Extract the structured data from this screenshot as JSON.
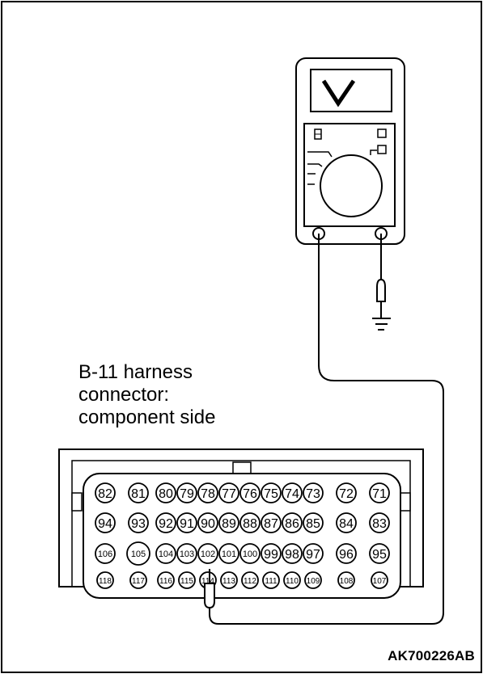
{
  "connector": {
    "name_line1": "B-11 harness",
    "name_line2": "connector:",
    "name_line3": "component side",
    "rows": [
      [
        "82",
        "81",
        "80",
        "79",
        "78",
        "77",
        "76",
        "75",
        "74",
        "73",
        "72",
        "71"
      ],
      [
        "94",
        "93",
        "92",
        "91",
        "90",
        "89",
        "88",
        "87",
        "86",
        "85",
        "84",
        "83"
      ],
      [
        "106",
        "105",
        "104",
        "103",
        "102",
        "101",
        "100",
        "99",
        "98",
        "97",
        "96",
        "95"
      ],
      [
        "118",
        "117",
        "116",
        "115",
        "114",
        "113",
        "112",
        "111",
        "110",
        "109",
        "108",
        "107"
      ]
    ],
    "probed_terminal": "114"
  },
  "meter": {
    "display_symbol": "V"
  },
  "figure_id": "AK700226AB"
}
